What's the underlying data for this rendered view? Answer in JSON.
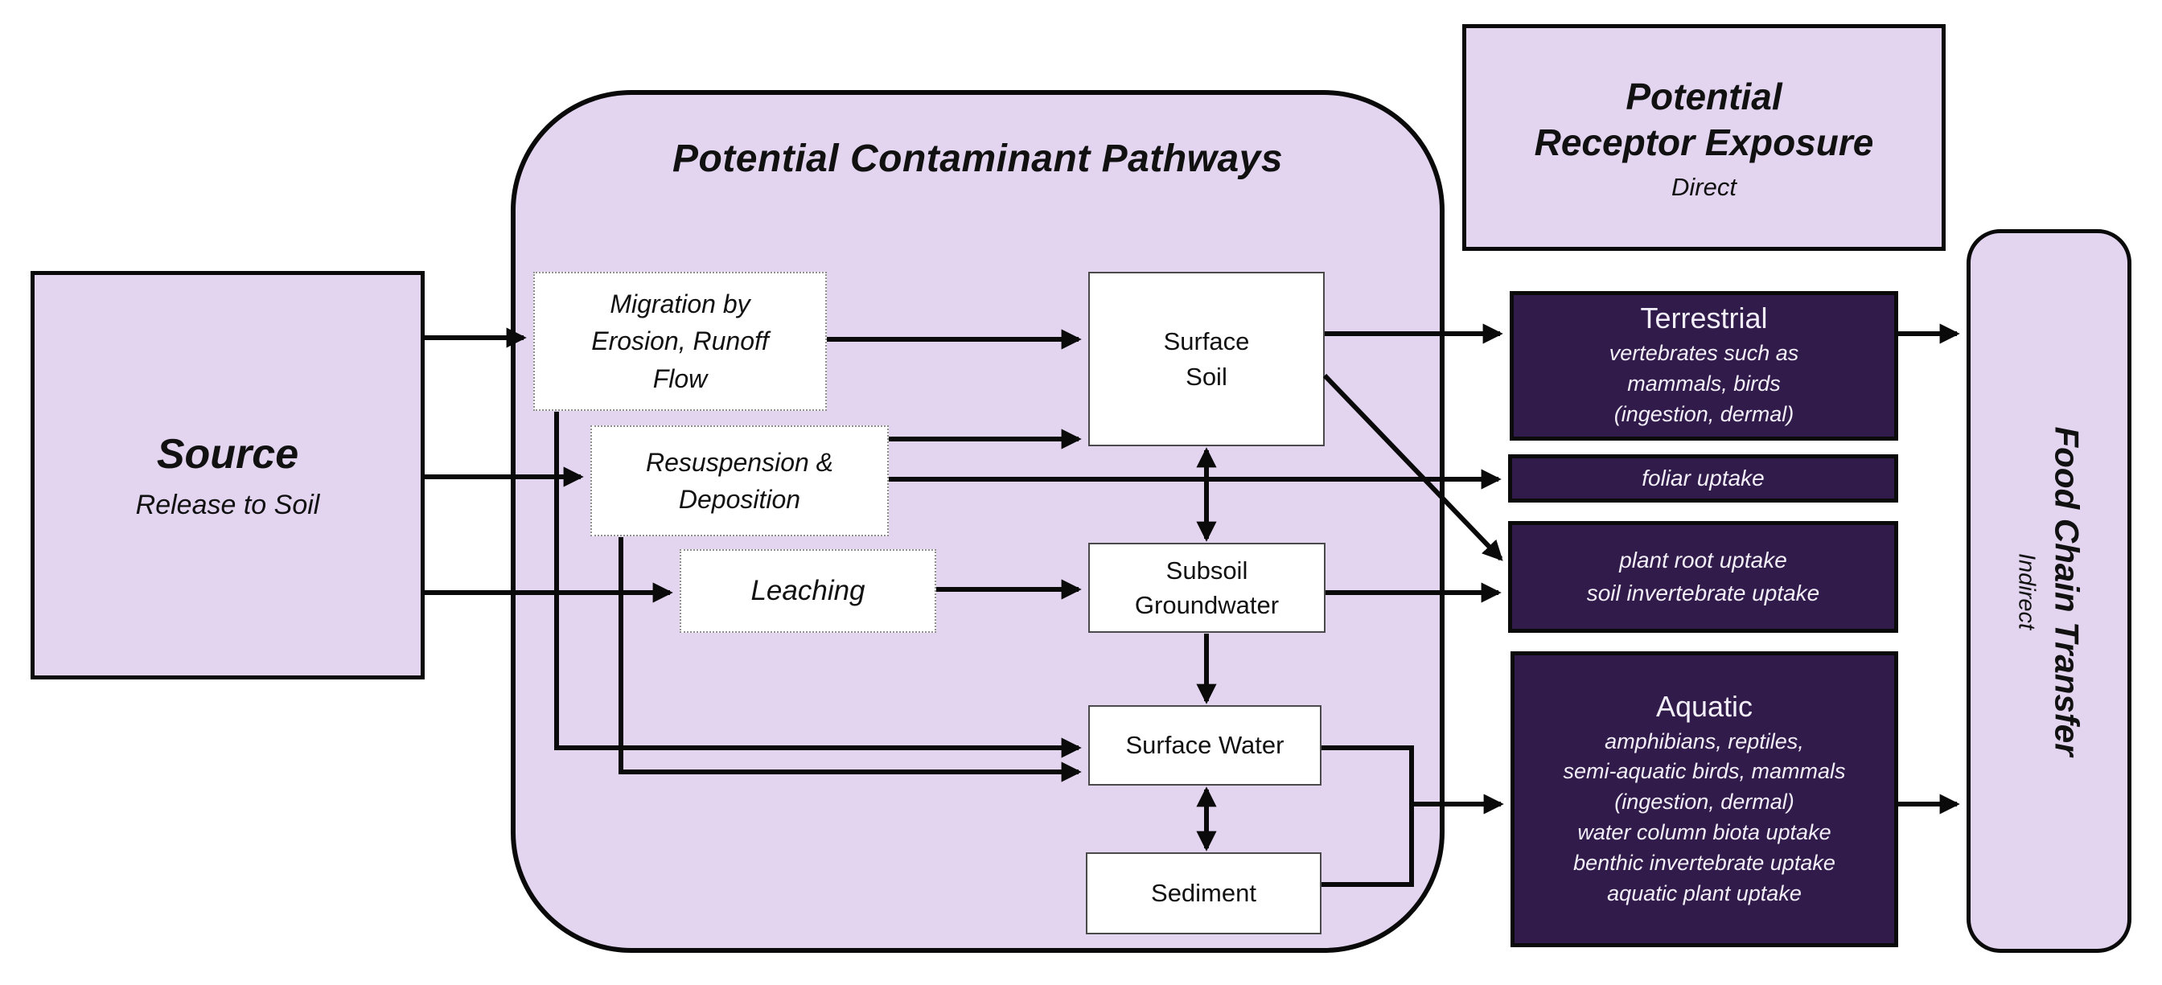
{
  "colors": {
    "light_purple": "#E3D5F0",
    "dark_purple": "#311B4A",
    "line_black": "#0a0a0a"
  },
  "source": {
    "title": "Source",
    "subtitle": "Release to Soil"
  },
  "pathways": {
    "title": "Potential Contaminant Pathways",
    "processes": {
      "migration": "Migration by\nErosion, Runoff\nFlow",
      "resuspension": "Resuspension &\nDeposition",
      "leaching": "Leaching"
    },
    "media": {
      "surface_soil": "Surface\nSoil",
      "subsoil": "Subsoil\nGroundwater",
      "surface_water": "Surface Water",
      "sediment": "Sediment"
    }
  },
  "receptor": {
    "title": "Potential\nReceptor Exposure",
    "subtitle": "Direct",
    "terrestrial": {
      "title": "Terrestrial",
      "details": "vertebrates such as\nmammals, birds\n(ingestion, dermal)"
    },
    "foliar": "foliar uptake",
    "root": "plant root uptake\nsoil invertebrate uptake",
    "aquatic": {
      "title": "Aquatic",
      "details": "amphibians, reptiles,\nsemi-aquatic birds, mammals\n(ingestion, dermal)\nwater column biota uptake\nbenthic invertebrate uptake\naquatic plant uptake"
    }
  },
  "food_chain": {
    "title": "Food Chain Transfer",
    "subtitle": "Indirect"
  }
}
